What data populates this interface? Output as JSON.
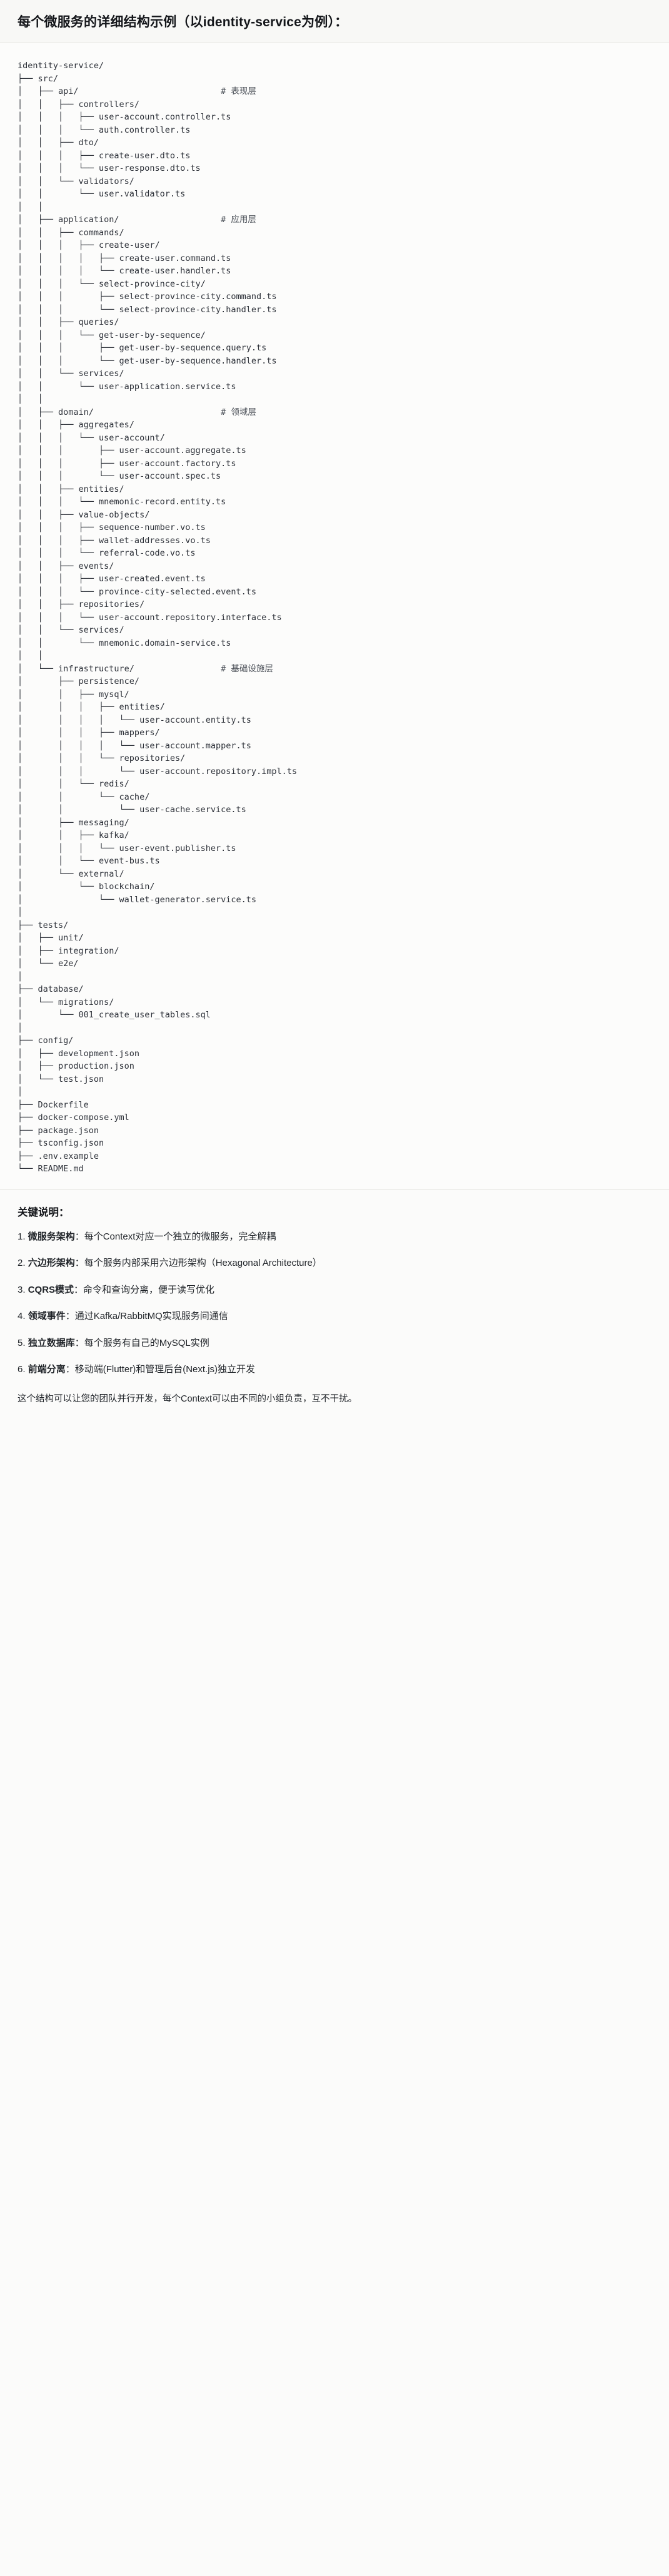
{
  "header": {
    "title": "每个微服务的详细结构示例（以identity-service为例）："
  },
  "tree": {
    "lines": [
      {
        "text": "identity-service/",
        "comment": ""
      },
      {
        "text": "├── src/",
        "comment": ""
      },
      {
        "text": "│   ├── api/",
        "comment": "# 表现层"
      },
      {
        "text": "│   │   ├── controllers/",
        "comment": ""
      },
      {
        "text": "│   │   │   ├── user-account.controller.ts",
        "comment": ""
      },
      {
        "text": "│   │   │   └── auth.controller.ts",
        "comment": ""
      },
      {
        "text": "│   │   ├── dto/",
        "comment": ""
      },
      {
        "text": "│   │   │   ├── create-user.dto.ts",
        "comment": ""
      },
      {
        "text": "│   │   │   └── user-response.dto.ts",
        "comment": ""
      },
      {
        "text": "│   │   └── validators/",
        "comment": ""
      },
      {
        "text": "│   │       └── user.validator.ts",
        "comment": ""
      },
      {
        "text": "│   │",
        "comment": ""
      },
      {
        "text": "│   ├── application/",
        "comment": "# 应用层"
      },
      {
        "text": "│   │   ├── commands/",
        "comment": ""
      },
      {
        "text": "│   │   │   ├── create-user/",
        "comment": ""
      },
      {
        "text": "│   │   │   │   ├── create-user.command.ts",
        "comment": ""
      },
      {
        "text": "│   │   │   │   └── create-user.handler.ts",
        "comment": ""
      },
      {
        "text": "│   │   │   └── select-province-city/",
        "comment": ""
      },
      {
        "text": "│   │   │       ├── select-province-city.command.ts",
        "comment": ""
      },
      {
        "text": "│   │   │       └── select-province-city.handler.ts",
        "comment": ""
      },
      {
        "text": "│   │   ├── queries/",
        "comment": ""
      },
      {
        "text": "│   │   │   └── get-user-by-sequence/",
        "comment": ""
      },
      {
        "text": "│   │   │       ├── get-user-by-sequence.query.ts",
        "comment": ""
      },
      {
        "text": "│   │   │       └── get-user-by-sequence.handler.ts",
        "comment": ""
      },
      {
        "text": "│   │   └── services/",
        "comment": ""
      },
      {
        "text": "│   │       └── user-application.service.ts",
        "comment": ""
      },
      {
        "text": "│   │",
        "comment": ""
      },
      {
        "text": "│   ├── domain/",
        "comment": "# 领域层"
      },
      {
        "text": "│   │   ├── aggregates/",
        "comment": ""
      },
      {
        "text": "│   │   │   └── user-account/",
        "comment": ""
      },
      {
        "text": "│   │   │       ├── user-account.aggregate.ts",
        "comment": ""
      },
      {
        "text": "│   │   │       ├── user-account.factory.ts",
        "comment": ""
      },
      {
        "text": "│   │   │       └── user-account.spec.ts",
        "comment": ""
      },
      {
        "text": "│   │   ├── entities/",
        "comment": ""
      },
      {
        "text": "│   │   │   └── mnemonic-record.entity.ts",
        "comment": ""
      },
      {
        "text": "│   │   ├── value-objects/",
        "comment": ""
      },
      {
        "text": "│   │   │   ├── sequence-number.vo.ts",
        "comment": ""
      },
      {
        "text": "│   │   │   ├── wallet-addresses.vo.ts",
        "comment": ""
      },
      {
        "text": "│   │   │   └── referral-code.vo.ts",
        "comment": ""
      },
      {
        "text": "│   │   ├── events/",
        "comment": ""
      },
      {
        "text": "│   │   │   ├── user-created.event.ts",
        "comment": ""
      },
      {
        "text": "│   │   │   └── province-city-selected.event.ts",
        "comment": ""
      },
      {
        "text": "│   │   ├── repositories/",
        "comment": ""
      },
      {
        "text": "│   │   │   └── user-account.repository.interface.ts",
        "comment": ""
      },
      {
        "text": "│   │   └── services/",
        "comment": ""
      },
      {
        "text": "│   │       └── mnemonic.domain-service.ts",
        "comment": ""
      },
      {
        "text": "│   │",
        "comment": ""
      },
      {
        "text": "│   └── infrastructure/",
        "comment": "# 基础设施层"
      },
      {
        "text": "│       ├── persistence/",
        "comment": ""
      },
      {
        "text": "│       │   ├── mysql/",
        "comment": ""
      },
      {
        "text": "│       │   │   ├── entities/",
        "comment": ""
      },
      {
        "text": "│       │   │   │   └── user-account.entity.ts",
        "comment": ""
      },
      {
        "text": "│       │   │   ├── mappers/",
        "comment": ""
      },
      {
        "text": "│       │   │   │   └── user-account.mapper.ts",
        "comment": ""
      },
      {
        "text": "│       │   │   └── repositories/",
        "comment": ""
      },
      {
        "text": "│       │   │       └── user-account.repository.impl.ts",
        "comment": ""
      },
      {
        "text": "│       │   └── redis/",
        "comment": ""
      },
      {
        "text": "│       │       └── cache/",
        "comment": ""
      },
      {
        "text": "│       │           └── user-cache.service.ts",
        "comment": ""
      },
      {
        "text": "│       ├── messaging/",
        "comment": ""
      },
      {
        "text": "│       │   ├── kafka/",
        "comment": ""
      },
      {
        "text": "│       │   │   └── user-event.publisher.ts",
        "comment": ""
      },
      {
        "text": "│       │   └── event-bus.ts",
        "comment": ""
      },
      {
        "text": "│       └── external/",
        "comment": ""
      },
      {
        "text": "│           └── blockchain/",
        "comment": ""
      },
      {
        "text": "│               └── wallet-generator.service.ts",
        "comment": ""
      },
      {
        "text": "│",
        "comment": ""
      },
      {
        "text": "├── tests/",
        "comment": ""
      },
      {
        "text": "│   ├── unit/",
        "comment": ""
      },
      {
        "text": "│   ├── integration/",
        "comment": ""
      },
      {
        "text": "│   └── e2e/",
        "comment": ""
      },
      {
        "text": "│",
        "comment": ""
      },
      {
        "text": "├── database/",
        "comment": ""
      },
      {
        "text": "│   └── migrations/",
        "comment": ""
      },
      {
        "text": "│       └── 001_create_user_tables.sql",
        "comment": ""
      },
      {
        "text": "│",
        "comment": ""
      },
      {
        "text": "├── config/",
        "comment": ""
      },
      {
        "text": "│   ├── development.json",
        "comment": ""
      },
      {
        "text": "│   ├── production.json",
        "comment": ""
      },
      {
        "text": "│   └── test.json",
        "comment": ""
      },
      {
        "text": "│",
        "comment": ""
      },
      {
        "text": "├── Dockerfile",
        "comment": ""
      },
      {
        "text": "├── docker-compose.yml",
        "comment": ""
      },
      {
        "text": "├── package.json",
        "comment": ""
      },
      {
        "text": "├── tsconfig.json",
        "comment": ""
      },
      {
        "text": "├── .env.example",
        "comment": ""
      },
      {
        "text": "└── README.md",
        "comment": ""
      }
    ],
    "comment_column": 40
  },
  "notes": {
    "title": "关键说明：",
    "items": [
      {
        "num": "1.",
        "term": "微服务架构",
        "sep": "：",
        "desc": "每个Context对应一个独立的微服务，完全解耦"
      },
      {
        "num": "2.",
        "term": "六边形架构",
        "sep": "：",
        "desc": "每个服务内部采用六边形架构（Hexagonal Architecture）"
      },
      {
        "num": "3.",
        "term": "CQRS模式",
        "sep": "：",
        "desc": "命令和查询分离，便于读写优化"
      },
      {
        "num": "4.",
        "term": "领域事件",
        "sep": "：",
        "desc": "通过Kafka/RabbitMQ实现服务间通信"
      },
      {
        "num": "5.",
        "term": "独立数据库",
        "sep": "：",
        "desc": "每个服务有自己的MySQL实例"
      },
      {
        "num": "6.",
        "term": "前端分离",
        "sep": "：",
        "desc": "移动端(Flutter)和管理后台(Next.js)独立开发"
      }
    ],
    "closing": "这个结构可以让您的团队并行开发，每个Context可以由不同的小组负责，互不干扰。"
  },
  "colors": {
    "page_bg": "#fbfbfa",
    "header_bg": "#f8f8f6",
    "code_bg": "#fcfcfb",
    "border": "#e6e5e1",
    "text": "#1f2328",
    "code_text": "#2c3038",
    "comment_text": "#4a4f57"
  }
}
